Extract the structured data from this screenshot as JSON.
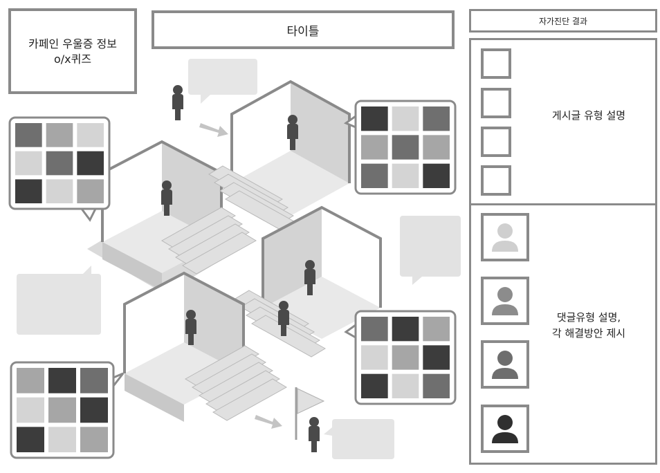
{
  "quiz_box": {
    "line1": "카페인 우울증 정보",
    "line2": "o/x퀴즈"
  },
  "title_box": {
    "label": "타이틀"
  },
  "result_box": {
    "label": "자가진단 결과"
  },
  "side_panel": {
    "post_type_description": "게시글 유형 설명",
    "comment_type_description_line1": "댓글유형 설명,",
    "comment_type_description_line2": "각 해결방안 제시",
    "checkbox_count": 4,
    "avatar_shades": [
      "#cfcfcf",
      "#8c8c8c",
      "#6e6e6e",
      "#2f2f2f"
    ]
  },
  "colors": {
    "frame": "#8a8a8a",
    "wall": "#d2d2d2",
    "floor": "#e9e9e9",
    "stair": "#e0e0e0",
    "person": "#4a4a4a",
    "bubble": "#e4e4e4",
    "grid_shades": [
      "#3c3c3c",
      "#6f6f6f",
      "#a6a6a6",
      "#d4d4d4"
    ]
  },
  "grids": [
    {
      "name": "grid-top-left",
      "cells": [
        1,
        2,
        3,
        3,
        1,
        0,
        0,
        3,
        2
      ]
    },
    {
      "name": "grid-top-right",
      "cells": [
        0,
        3,
        1,
        2,
        1,
        2,
        1,
        3,
        0
      ]
    },
    {
      "name": "grid-bottom-left",
      "cells": [
        2,
        0,
        1,
        3,
        2,
        0,
        0,
        3,
        2
      ]
    },
    {
      "name": "grid-bottom-right",
      "cells": [
        1,
        0,
        2,
        3,
        2,
        0,
        0,
        3,
        1
      ]
    }
  ]
}
